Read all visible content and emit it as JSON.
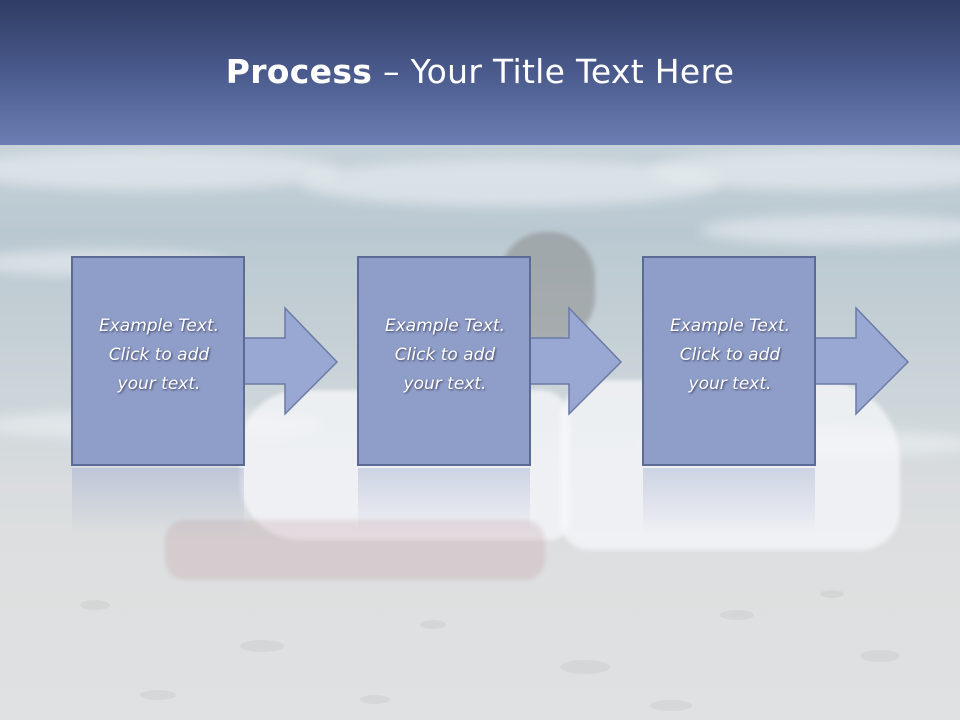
{
  "title": {
    "bold": "Process",
    "rest": " – Your Title Text Here"
  },
  "steps": [
    {
      "lines": [
        "Example Text.",
        "Click  to add",
        "your text."
      ]
    },
    {
      "lines": [
        "Example Text.",
        "Click  to add",
        "your text."
      ]
    },
    {
      "lines": [
        "Example Text.",
        "Click  to add",
        "your text."
      ]
    }
  ],
  "colors": {
    "title_bar_top": "#2f3d64",
    "title_bar_bottom": "#6b7fb4",
    "box_fill": "#8f9ec9",
    "box_border": "#5b6a97",
    "arrow_fill": "#99a8d2"
  }
}
